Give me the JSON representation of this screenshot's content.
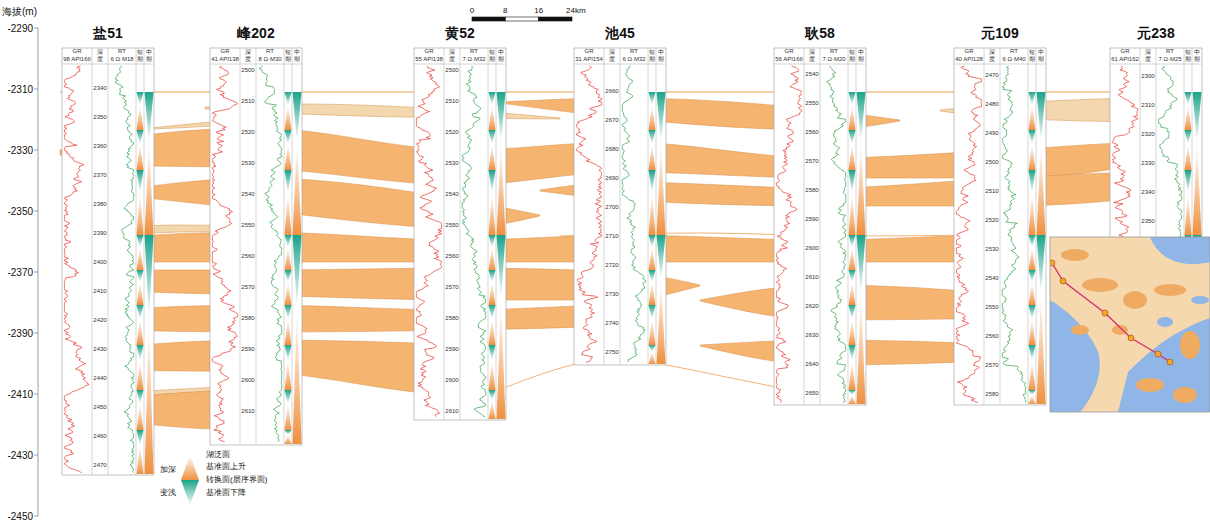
{
  "diagram": {
    "nodes": [
      {
        "text": [
          "盐51",
          "GR",
          "98 API166",
          "深度",
          "RT",
          "6 Ω·M18",
          "短期",
          "中期",
          "2340",
          "2350",
          "2360",
          "2370",
          "2380",
          "2390",
          "2400",
          "2410",
          "2420",
          "2430",
          "2440",
          "2450",
          "2460",
          "2470"
        ]
      },
      {
        "text": [
          "峰202",
          "GR",
          "41 API138",
          "深度",
          "RT",
          "8 Ω·M30",
          "短期",
          "中期",
          "2500",
          "2510",
          "2520",
          "2530",
          "2540",
          "2550",
          "2560",
          "2570",
          "2580",
          "2590",
          "2600",
          "2610"
        ]
      },
      {
        "text": [
          "黄52",
          "GR",
          "55 API138",
          "深度",
          "RT",
          "7 Ω·M32",
          "短期",
          "中期",
          "2500",
          "2510",
          "2520",
          "2530",
          "2540",
          "2550",
          "2560",
          "2570",
          "2580",
          "2590",
          "2600",
          "2610"
        ]
      },
      {
        "text": [
          "池45",
          "GR",
          "31 API154",
          "深度",
          "RT",
          "6 Ω·M32",
          "短期",
          "中期",
          "2660",
          "2670",
          "2680",
          "2690",
          "2700",
          "2710",
          "2720",
          "2730",
          "2740",
          "2750"
        ]
      },
      {
        "text": [
          "耿58",
          "GR",
          "56 API166",
          "深度",
          "RT",
          "7 Ω·M20",
          "短期",
          "中期",
          "2540",
          "2550",
          "2560",
          "2570",
          "2580",
          "2590",
          "2600",
          "2610",
          "2620",
          "2630",
          "2640",
          "2650"
        ]
      },
      {
        "text": [
          "元109",
          "GR",
          "40 API128",
          "深度",
          "RT",
          "6 Ω·M40",
          "短期",
          "中期",
          "2470",
          "2480",
          "2490",
          "2500",
          "2510",
          "2520",
          "2530",
          "2540",
          "2550",
          "2560",
          "2570",
          "2580"
        ]
      },
      {
        "text": [
          "元238",
          "GR",
          "61 API162",
          "深度",
          "RT",
          "7 Ω·M25",
          "短期",
          "中期",
          "2300",
          "2310",
          "2320",
          "2330",
          "2340",
          "2350"
        ]
      }
    ],
    "labels": [
      "海拔(m)",
      "-2290",
      "-2310",
      "-2330",
      "-2350",
      "-2370",
      "-2390",
      "-2410",
      "-2430",
      "-2450",
      "0",
      "8",
      "16",
      "24km",
      "加深",
      "变浅"
    ],
    "legend": [
      {
        "text": "湖泛面"
      },
      {
        "text": "基准面上升",
        "color": "#f0913f"
      },
      {
        "text": "转换面(层序界面)"
      },
      {
        "text": "基准面下降",
        "color": "#1ba389"
      }
    ]
  }
}
